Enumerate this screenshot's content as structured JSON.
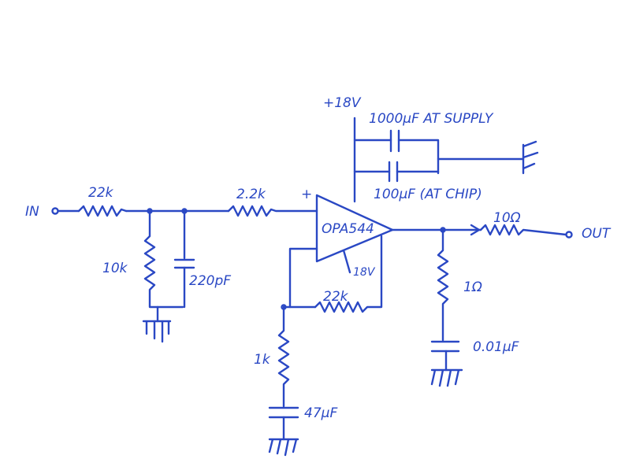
{
  "ink_color": "#2a48c4",
  "background_color": "#ffffff",
  "labels": {
    "input": "IN",
    "output": "OUT",
    "r_in": "22k",
    "r_shunt": "10k",
    "c_shunt": "220pF",
    "r_series": "2.2k",
    "plus_sign": "+",
    "opamp": "OPA544",
    "supply": "+18V",
    "c_supply": "1000µF AT SUPPLY",
    "c_chip": "100µF (AT CHIP)",
    "neg_supply": "18V",
    "r_feedback": "22k",
    "r_ground": "1k",
    "c_ground": "47µF",
    "r_out": "10Ω",
    "r_zobel": "1Ω",
    "c_zobel": "0.01µF"
  }
}
